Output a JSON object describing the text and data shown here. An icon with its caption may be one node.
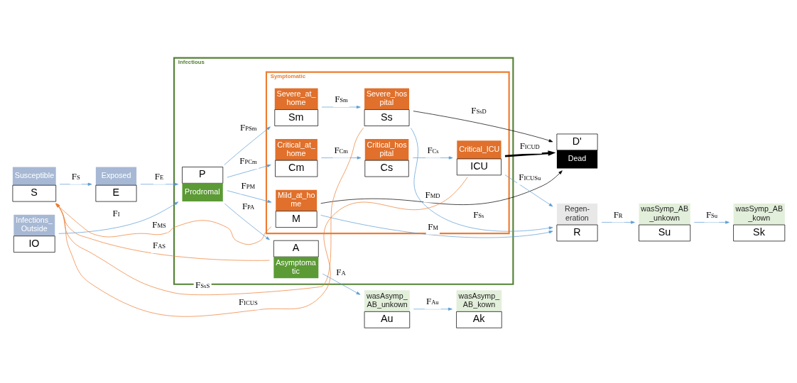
{
  "diagram": {
    "nodes": [
      {
        "text": [
          "Infectious"
        ]
      },
      {
        "text": [
          "Symptomatic"
        ],
        "in": 0
      },
      {
        "text": [
          "Susceptible",
          "S"
        ]
      },
      {
        "text": [
          "Exposed",
          "E"
        ]
      },
      {
        "text": [
          "P",
          "Prodromal"
        ],
        "in": 0
      },
      {
        "text": [
          "Infections_ Outside",
          "IO"
        ]
      },
      {
        "text": [
          "A",
          "Asymptoma tic"
        ],
        "in": 0
      },
      {
        "text": [
          "Mild_at_ho me",
          "M"
        ],
        "in": 1
      },
      {
        "text": [
          "Severe_at_ home",
          "Sm"
        ],
        "in": 1
      },
      {
        "text": [
          "Severe_hos pital",
          "Ss"
        ],
        "in": 1
      },
      {
        "text": [
          "Critical_at_ home",
          "Cm"
        ],
        "in": 1
      },
      {
        "text": [
          "Critical_hos pital",
          "Cs"
        ],
        "in": 1
      },
      {
        "text": [
          "Critical_ICU",
          "ICU"
        ],
        "in": 1
      },
      {
        "text": [
          "wasAsymp_ AB_unkown",
          "Au"
        ]
      },
      {
        "text": [
          "wasAsymp_ AB_kown",
          "Ak"
        ]
      },
      {
        "text": [
          "Regen- eration",
          "R"
        ]
      },
      {
        "text": [
          "wasSymp_AB _unkown",
          "Su"
        ]
      },
      {
        "text": [
          "wasSymp_AB _kown",
          "Sk"
        ]
      },
      {
        "text": [
          "D'",
          "Dead"
        ]
      }
    ],
    "edges": [
      {
        "from": 2,
        "to": 3,
        "arrow": "to",
        "label": "FS"
      },
      {
        "from": 3,
        "to": 4,
        "arrow": "to",
        "label": "FE"
      },
      {
        "from": 5,
        "to": 4,
        "arrow": "to",
        "label": "FI"
      },
      {
        "from": 4,
        "to": 6,
        "arrow": "to",
        "label": "FPA"
      },
      {
        "from": 4,
        "to": 7,
        "arrow": "to",
        "label": "FPM"
      },
      {
        "from": 4,
        "to": 8,
        "arrow": "to",
        "label": "FPSm"
      },
      {
        "from": 4,
        "to": 10,
        "arrow": "to",
        "label": "FPCm"
      },
      {
        "from": 6,
        "to": 13,
        "arrow": "to",
        "label": "FA"
      },
      {
        "from": 13,
        "to": 14,
        "arrow": "to",
        "label": "FAu"
      },
      {
        "from": 7,
        "to": 15,
        "arrow": "to",
        "label": "FM"
      },
      {
        "from": 8,
        "to": 9,
        "arrow": "to",
        "label": "FSm"
      },
      {
        "from": 10,
        "to": 11,
        "arrow": "to",
        "label": "FCm"
      },
      {
        "from": 11,
        "to": 12,
        "arrow": "to",
        "label": "FCs"
      },
      {
        "from": 9,
        "to": 15,
        "arrow": "to",
        "label": "FSs"
      },
      {
        "from": 12,
        "to": 15,
        "arrow": "to",
        "label": "FICUSu"
      },
      {
        "from": 15,
        "to": 16,
        "arrow": "to",
        "label": "FR"
      },
      {
        "from": 16,
        "to": 17,
        "arrow": "to",
        "label": "FSu"
      },
      {
        "from": 7,
        "to": 18,
        "arrow": "to",
        "label": "FMD",
        "color": "#000000"
      },
      {
        "from": 9,
        "to": 18,
        "arrow": "to",
        "label": "FSsD",
        "color": "#000000"
      },
      {
        "from": 12,
        "to": 18,
        "arrow": "to",
        "label": "FICUD",
        "color": "#000000",
        "style": "thick"
      },
      {
        "from": 6,
        "to": 2,
        "arrow": "to",
        "label": "FAS",
        "color": "#ed7d31"
      },
      {
        "from": 7,
        "to": 2,
        "arrow": "to",
        "label": "FMS",
        "color": "#ed7d31"
      },
      {
        "from": 9,
        "to": 2,
        "arrow": "to",
        "label": "FSsS",
        "color": "#ed7d31"
      },
      {
        "from": 12,
        "to": 2,
        "arrow": "to",
        "label": "FICUS",
        "color": "#ed7d31"
      }
    ]
  }
}
